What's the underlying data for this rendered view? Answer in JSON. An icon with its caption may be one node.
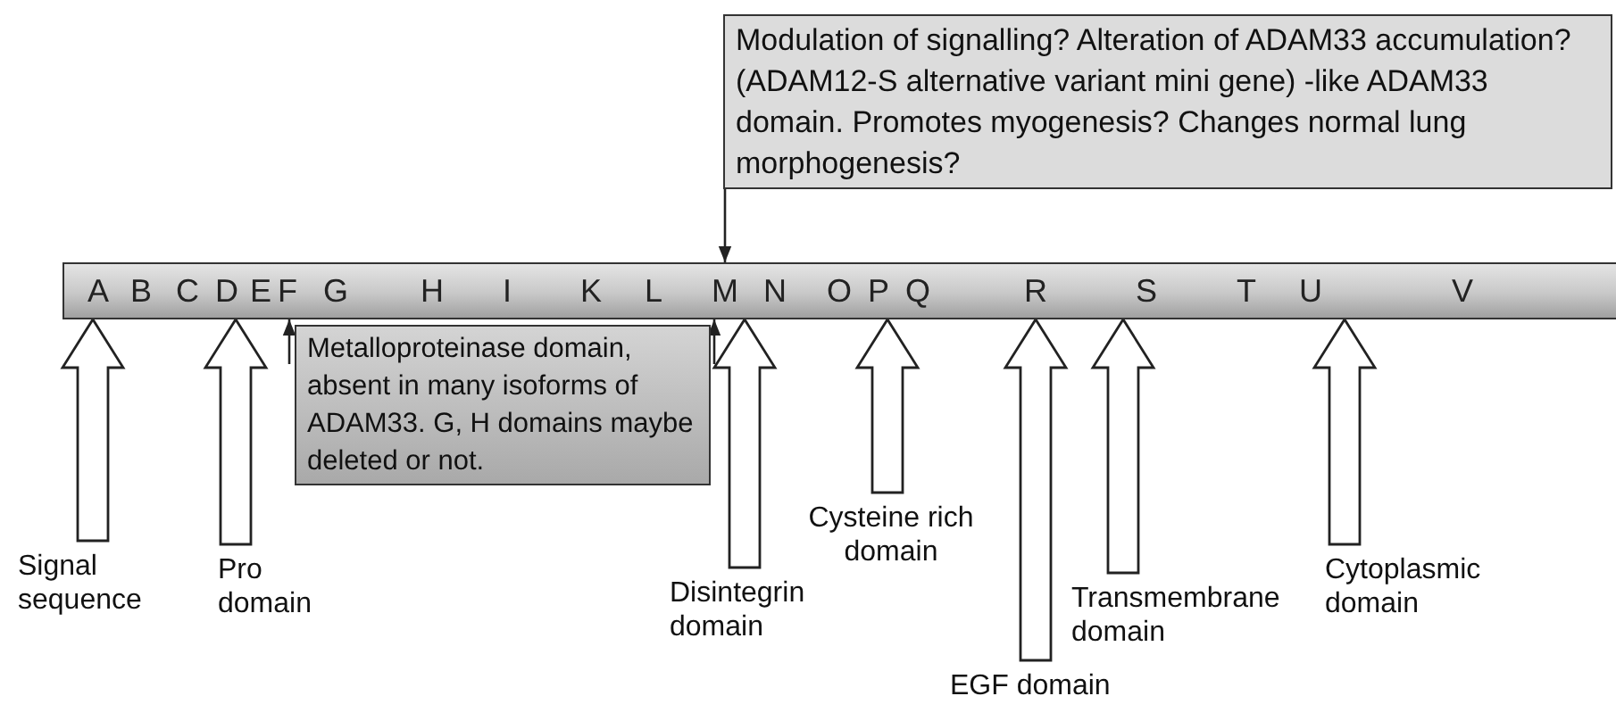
{
  "diagram": {
    "nodes": [
      {
        "text": [
          "Modulation of signalling? Alteration of ADAM33 accumulation? (ADAM12-S alternative variant mini gene) -like ADAM33 domain. Promotes myogenesis? Changes normal lung morphogenesis?"
        ]
      },
      {
        "text": [
          "A",
          "B",
          "C",
          "D",
          "E",
          "F",
          "G",
          "H",
          "I",
          "K",
          "L",
          "M",
          "N",
          "O",
          "P",
          "Q",
          "R",
          "S",
          "T",
          "U",
          "V"
        ]
      },
      {
        "text": [
          "Metalloproteinase domain, absent in many isoforms of ADAM33. G, H domains maybe deleted or not."
        ]
      },
      {
        "text": [
          "Signal sequence"
        ]
      },
      {
        "text": [
          "Pro domain"
        ]
      },
      {
        "text": [
          "Disintegrin domain"
        ]
      },
      {
        "text": [
          "Cysteine rich domain"
        ]
      },
      {
        "text": [
          "EGF domain"
        ]
      },
      {
        "text": [
          "Transmembrane domain"
        ]
      },
      {
        "text": [
          "Cytoplasmic domain"
        ]
      }
    ],
    "edges": [
      {
        "from": 0,
        "to": 1,
        "arrow": "to"
      },
      {
        "from": 2,
        "to": 1,
        "arrow": "to"
      },
      {
        "from": 2,
        "to": 1,
        "arrow": "to"
      },
      {
        "from": 3,
        "to": 1,
        "arrow": "to",
        "style": "thick"
      },
      {
        "from": 4,
        "to": 1,
        "arrow": "to",
        "style": "thick"
      },
      {
        "from": 5,
        "to": 1,
        "arrow": "to",
        "style": "thick"
      },
      {
        "from": 6,
        "to": 1,
        "arrow": "to",
        "style": "thick"
      },
      {
        "from": 7,
        "to": 1,
        "arrow": "to",
        "style": "thick"
      },
      {
        "from": 8,
        "to": 1,
        "arrow": "to",
        "style": "thick"
      },
      {
        "from": 9,
        "to": 1,
        "arrow": "to",
        "style": "thick"
      }
    ]
  }
}
